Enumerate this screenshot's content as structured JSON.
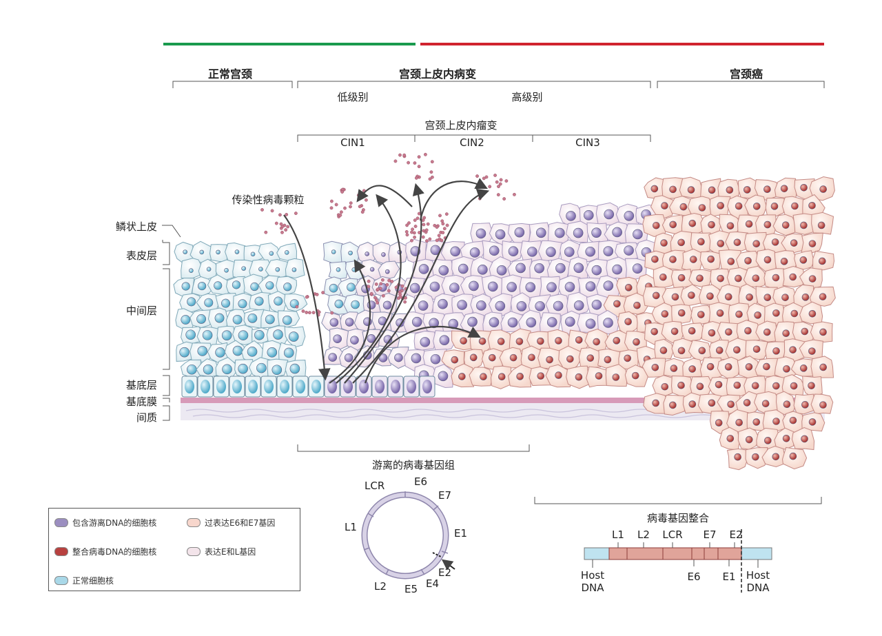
{
  "stages": {
    "normal": "正常宫颈",
    "cin_header": "宫颈上皮内病变",
    "cancer": "宫颈癌",
    "low_grade": "低级别",
    "high_grade": "高级别",
    "neoplasia": "宫颈上皮内瘤变",
    "cin1": "CIN1",
    "cin2": "CIN2",
    "cin3": "CIN3"
  },
  "layers": {
    "squamous": "鳞状上皮",
    "superficial": "表皮层",
    "intermediate": "中间层",
    "basal": "基底层",
    "basement_membrane": "基底膜",
    "stroma": "间质"
  },
  "virions_label": "传染性病毒颗粒",
  "episomal": {
    "title": "游离的病毒基因组",
    "genes": [
      "LCR",
      "E6",
      "E7",
      "E1",
      "E2",
      "E4",
      "E5",
      "L2",
      "L1"
    ]
  },
  "integration": {
    "title": "病毒基因整合",
    "top_genes": [
      "L1",
      "L2",
      "LCR",
      "E7",
      "E2"
    ],
    "bottom_genes": [
      "E6",
      "E1"
    ],
    "host_left": "Host DNA",
    "host_right": "Host DNA"
  },
  "legend": [
    {
      "label": "包含游离DNA的细胞核",
      "color": "#9b8ec0"
    },
    {
      "label": "过表达E6和E7基因",
      "color": "#f7d6cc"
    },
    {
      "label": "整合病毒DNA的细胞核",
      "color": "#b8413f"
    },
    {
      "label": "表达E和L基因",
      "color": "#f3e4ea"
    },
    {
      "label": "正常细胞核",
      "color": "#a9d8e8"
    }
  ],
  "colors": {
    "normal_bar": "#1a9a4e",
    "lesion_bar": "#d0232f",
    "normal_cell": "#e6f3f6",
    "lesion_cell": "#f5e6ee",
    "cancer_cell": "#fae3d8",
    "stroma": "#ece9f2",
    "membrane": "#d79ab8"
  }
}
